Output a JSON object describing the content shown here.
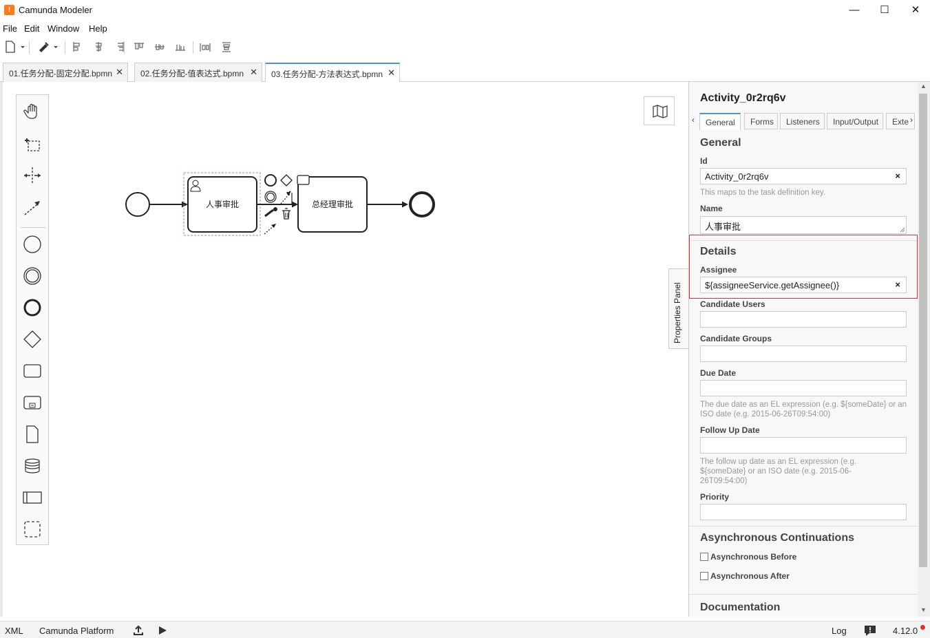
{
  "window": {
    "title": "Camunda Modeler",
    "minimize": "—",
    "maximize": "☐",
    "close": "✕"
  },
  "menu": [
    "File",
    "Edit",
    "Window",
    "Help"
  ],
  "tabs": [
    {
      "label": "01.任务分配-固定分配.bpmn",
      "close": "✕"
    },
    {
      "label": "02.任务分配-值表达式.bpmn",
      "close": "✕"
    },
    {
      "label": "03.任务分配-方法表达式.bpmn",
      "close": "✕"
    }
  ],
  "diagram": {
    "task1": "人事审批",
    "task2": "总经理审批"
  },
  "properties": {
    "toggle_label": "Properties Panel",
    "element_id": "Activity_0r2rq6v",
    "tabs": [
      "General",
      "Forms",
      "Listeners",
      "Input/Output",
      "Exte"
    ],
    "general_header": "General",
    "id_label": "Id",
    "id_value": "Activity_0r2rq6v",
    "id_help": "This maps to the task definition key.",
    "name_label": "Name",
    "name_value": "人事审批",
    "details_header": "Details",
    "assignee_label": "Assignee",
    "assignee_value": "${assigneeService.getAssignee()}",
    "candidate_users_label": "Candidate Users",
    "candidate_groups_label": "Candidate Groups",
    "due_date_label": "Due Date",
    "due_date_help": "The due date as an EL expression (e.g. ${someDate} or an ISO date (e.g. 2015-06-26T09:54:00)",
    "follow_up_label": "Follow Up Date",
    "follow_up_help": "The follow up date as an EL expression (e.g. ${someDate} or an ISO date (e.g. 2015-06-26T09:54:00)",
    "priority_label": "Priority",
    "async_header": "Asynchronous Continuations",
    "async_before": "Asynchronous Before",
    "async_after": "Asynchronous After",
    "documentation_header": "Documentation",
    "clear": "×"
  },
  "status": {
    "xml": "XML",
    "platform": "Camunda Platform",
    "log": "Log",
    "version": "4.12.0"
  },
  "colors": {
    "accent": "#4d90d8",
    "highlight": "#e03030",
    "brand": "#ff7b1c"
  }
}
